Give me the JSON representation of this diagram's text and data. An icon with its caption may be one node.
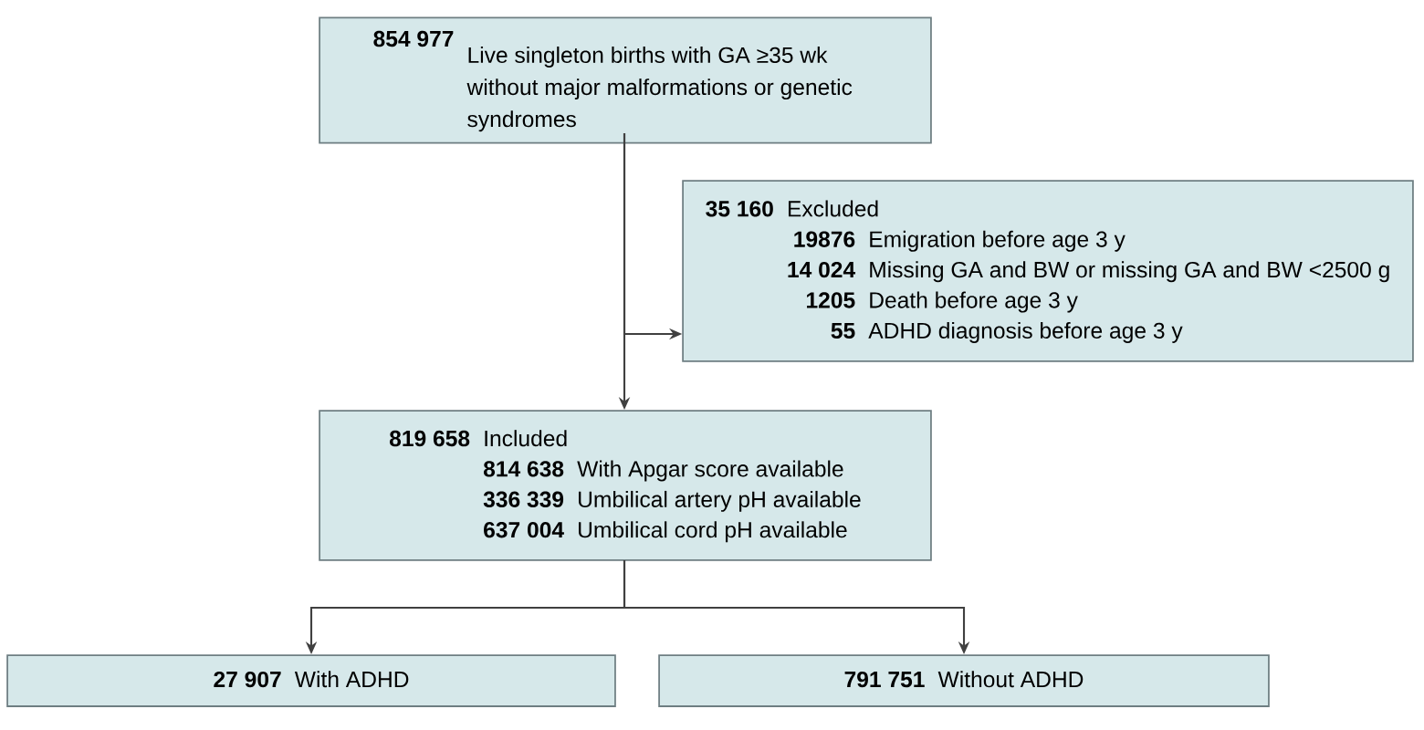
{
  "diagram": {
    "nodes": [
      {
        "text": [
          "854 977",
          "Live singleton births with GA ≥35 wk without major malformations or genetic syndromes"
        ]
      },
      {
        "text": [
          "35 160",
          "Excluded",
          "19876",
          "Emigration before age 3 y",
          "14 024",
          "Missing GA and BW or missing GA and BW <2500 g",
          "1205",
          "Death before age 3 y",
          "55",
          "ADHD diagnosis before age 3 y"
        ]
      },
      {
        "text": [
          "819 658",
          "Included",
          "814 638",
          "With Apgar score available",
          "336 339",
          "Umbilical artery pH available",
          "637 004",
          "Umbilical cord pH available"
        ]
      },
      {
        "text": [
          "27 907",
          "With ADHD"
        ]
      },
      {
        "text": [
          "791 751",
          "Without ADHD"
        ]
      }
    ],
    "edges": [
      {
        "from": 0,
        "to": 2,
        "arrow": "to"
      },
      {
        "from": 0,
        "to": 1,
        "arrow": "to"
      },
      {
        "from": 2,
        "to": 3,
        "arrow": "to"
      },
      {
        "from": 2,
        "to": 4,
        "arrow": "to"
      }
    ]
  }
}
